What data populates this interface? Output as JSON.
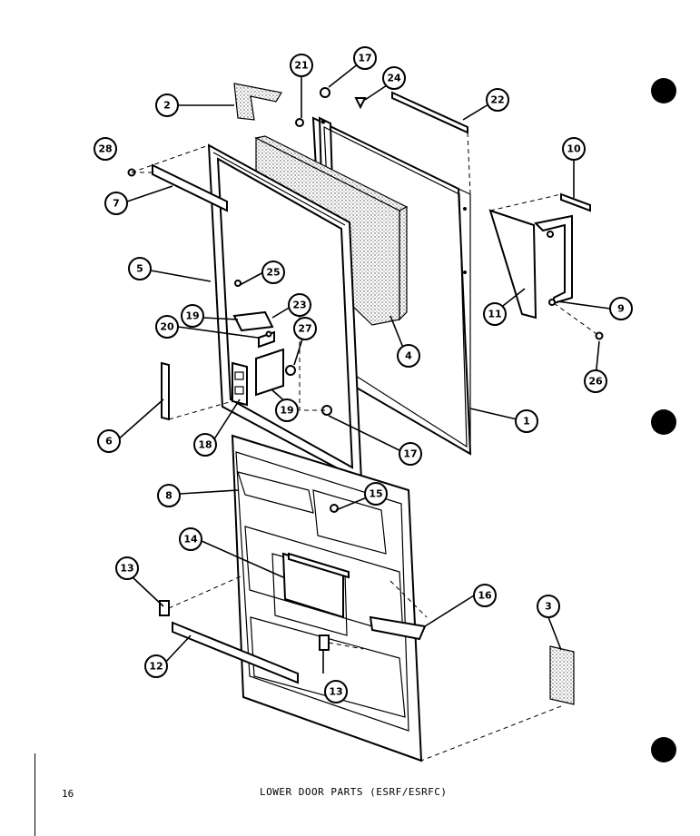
{
  "page": {
    "page_number": "16",
    "caption": "LOWER DOOR PARTS (ESRF/ESRFC)"
  },
  "callouts": [
    {
      "id": "c1",
      "label": "1"
    },
    {
      "id": "c2",
      "label": "2"
    },
    {
      "id": "c3",
      "label": "3"
    },
    {
      "id": "c4",
      "label": "4"
    },
    {
      "id": "c5",
      "label": "5"
    },
    {
      "id": "c6",
      "label": "6"
    },
    {
      "id": "c7",
      "label": "7"
    },
    {
      "id": "c8",
      "label": "8"
    },
    {
      "id": "c9",
      "label": "9"
    },
    {
      "id": "c10",
      "label": "10"
    },
    {
      "id": "c11",
      "label": "11"
    },
    {
      "id": "c12",
      "label": "12"
    },
    {
      "id": "c13a",
      "label": "13"
    },
    {
      "id": "c13b",
      "label": "13"
    },
    {
      "id": "c14",
      "label": "14"
    },
    {
      "id": "c15",
      "label": "15"
    },
    {
      "id": "c16",
      "label": "16"
    },
    {
      "id": "c17a",
      "label": "17"
    },
    {
      "id": "c17b",
      "label": "17"
    },
    {
      "id": "c18",
      "label": "18"
    },
    {
      "id": "c19",
      "label": "19"
    },
    {
      "id": "c20",
      "label": "20"
    },
    {
      "id": "c21",
      "label": "21"
    },
    {
      "id": "c22",
      "label": "22"
    },
    {
      "id": "c23",
      "label": "23"
    },
    {
      "id": "c24",
      "label": "24"
    },
    {
      "id": "c25",
      "label": "25"
    },
    {
      "id": "c26a",
      "label": "26"
    },
    {
      "id": "c26b",
      "label": "26"
    },
    {
      "id": "c27",
      "label": "27"
    },
    {
      "id": "c28",
      "label": "28"
    }
  ]
}
